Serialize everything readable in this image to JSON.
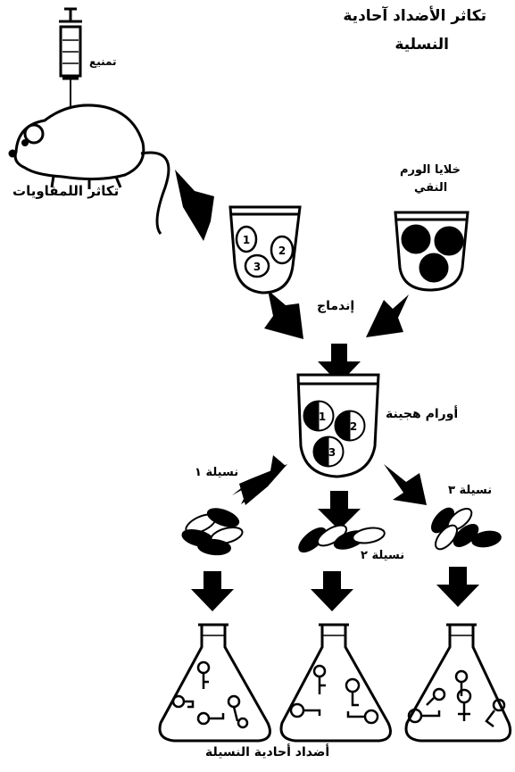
{
  "labels": {
    "title_line1": "تكاثر الأضداد آحادية",
    "title_line2": "النسلية",
    "immunization": "تمنيع",
    "lymphocyte_proliferation": "تكاثر اللمفاويات",
    "tumor_cells_line1": "خلايا الورم",
    "tumor_cells_line2": "النقي",
    "fusion": "إندماج",
    "hybridomas": "أورام هجينة",
    "clone1": "نسيلة ١",
    "clone2": "نسيلة ٢",
    "clone3": "نسيلة ٣",
    "monoclonal_antibodies": "أضداد أحادية النسيلة"
  },
  "cell_numbers": [
    "1",
    "2",
    "3"
  ]
}
